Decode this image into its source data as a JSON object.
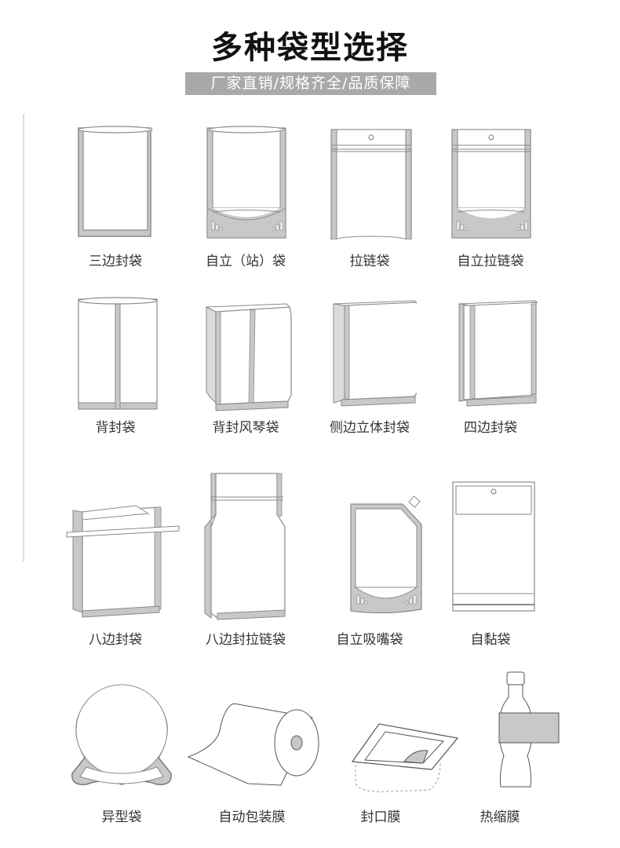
{
  "header": {
    "title": "多种袋型选择",
    "subtitle": "厂家直销/规格齐全/品质保障"
  },
  "colors": {
    "banner": "#a9a9a9",
    "seal_fill": "#c8c8c8",
    "outline": "#8a8a8a"
  },
  "items": [
    {
      "label": "三边封袋",
      "icon": "three-side-seal-bag"
    },
    {
      "label": "自立（站）袋",
      "icon": "stand-up-pouch"
    },
    {
      "label": "拉链袋",
      "icon": "zipper-bag"
    },
    {
      "label": "自立拉链袋",
      "icon": "stand-up-zipper-bag"
    },
    {
      "label": "背封袋",
      "icon": "back-seal-bag"
    },
    {
      "label": "背封风琴袋",
      "icon": "back-seal-gusset-bag"
    },
    {
      "label": "侧边立体封袋",
      "icon": "side-gusset-bag"
    },
    {
      "label": "四边封袋",
      "icon": "four-side-seal-bag"
    },
    {
      "label": "八边封袋",
      "icon": "eight-side-seal-bag"
    },
    {
      "label": "八边封拉链袋",
      "icon": "eight-side-seal-zipper-bag"
    },
    {
      "label": "自立吸嘴袋",
      "icon": "spout-pouch"
    },
    {
      "label": "自黏袋",
      "icon": "self-adhesive-bag"
    },
    {
      "label": "异型袋",
      "icon": "shaped-bag"
    },
    {
      "label": "自动包装膜",
      "icon": "packaging-film-roll"
    },
    {
      "label": "封口膜",
      "icon": "lidding-film"
    },
    {
      "label": "热缩膜",
      "icon": "shrink-film"
    }
  ]
}
